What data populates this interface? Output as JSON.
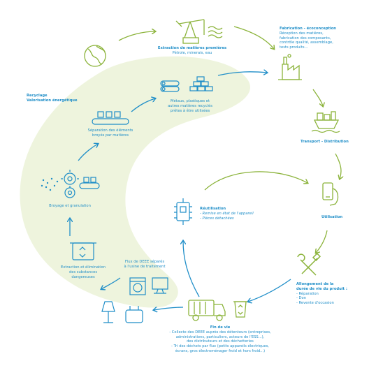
{
  "colors": {
    "green": "#8bb33a",
    "blue": "#1f8ec8",
    "blob": "#eef4dd",
    "dark": "#4b4b4b"
  },
  "extraction": {
    "title": "Extraction de matières premières",
    "sub": "Pétrole, minerais, eau"
  },
  "fabrication": {
    "title": "Fabrication - écoconception",
    "lines": [
      "Réception des matières,",
      "fabrication des composants,",
      "contrôle qualité, assemblage,",
      "tests produits..."
    ]
  },
  "transport": {
    "title": "Transport - Distribution"
  },
  "utilisation": {
    "title": "Utilisation"
  },
  "allongement": {
    "title_1": "Allongement de la",
    "title_2": "durée de vie du produit :",
    "items": [
      "- Réparation",
      "- Don",
      "- Revente d'occasion"
    ]
  },
  "fin_de_vie": {
    "title": "Fin de vie",
    "lines": [
      "- Collecte des DEEE auprès des détenteurs (entreprises,",
      "administrations, particuliers, acteurs de l'ESS...),",
      "des distributeurs et des déchetteries",
      "- Tri des déchets par flux (petits appareils électriques,",
      "écrans, gros électroménager froid et hors froid...)"
    ]
  },
  "flux": {
    "lines": [
      "Flux de DEEE séparés",
      "à l'usine de traitement"
    ]
  },
  "extraction_elim": {
    "lines": [
      "Extraction et élimination",
      "des substances",
      "dangereuses"
    ]
  },
  "broyage": {
    "title": "Broyage et granulation"
  },
  "separation": {
    "lines": [
      "Séparation des éléments",
      "broyés par matières"
    ]
  },
  "recyclage": {
    "line1": "Recyclage",
    "line2": "Valorisation énergétique"
  },
  "metaux": {
    "lines": [
      "Métaux, plastiques et",
      "autres matières recyclés",
      "prêtes à être utilisées"
    ]
  },
  "reutilisation": {
    "title": "Réutilisation",
    "items": [
      "- Remise en état de l'appareil",
      "- Pièces détachées"
    ]
  }
}
